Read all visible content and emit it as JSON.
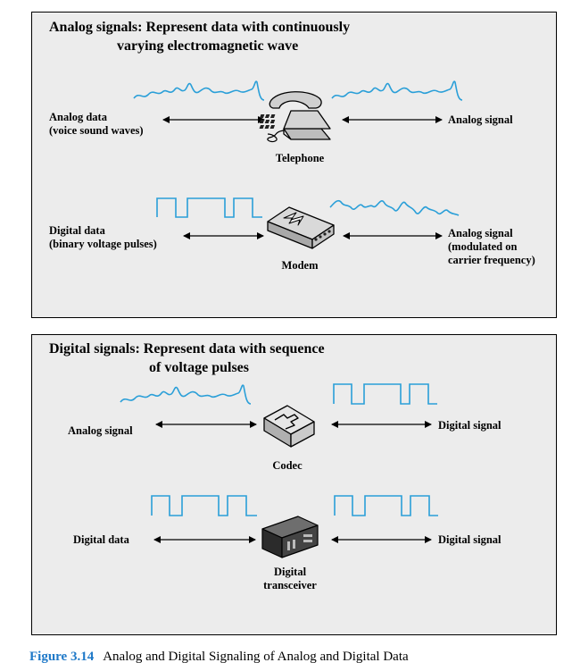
{
  "analog_panel": {
    "heading_line1": "Analog signals: Represent data with continuously",
    "heading_line2": "varying electromagnetic wave",
    "row1": {
      "left_line1": "Analog data",
      "left_line2": "(voice sound waves)",
      "device": "Telephone",
      "right": "Analog signal"
    },
    "row2": {
      "left_line1": "Digital data",
      "left_line2": "(binary voltage pulses)",
      "device": "Modem",
      "right_line1": "Analog signal",
      "right_line2": "(modulated on",
      "right_line3": "carrier frequency)"
    }
  },
  "digital_panel": {
    "heading_line1": "Digital signals: Represent data with sequence",
    "heading_line2": "of voltage pulses",
    "row1": {
      "left": "Analog signal",
      "device": "Codec",
      "right": "Digital signal"
    },
    "row2": {
      "left": "Digital data",
      "device_line1": "Digital",
      "device_line2": "transceiver",
      "right": "Digital signal"
    }
  },
  "caption": {
    "figure_number": "Figure 3.14",
    "text": "Analog and Digital Signaling of Analog and Digital Data"
  },
  "colors": {
    "waveform": "#2a9fd8",
    "panel_background": "#ececec",
    "caption_accent": "#1f79c8"
  },
  "icons": [
    "telephone-icon",
    "modem-icon",
    "codec-icon",
    "digital-transceiver-icon"
  ]
}
